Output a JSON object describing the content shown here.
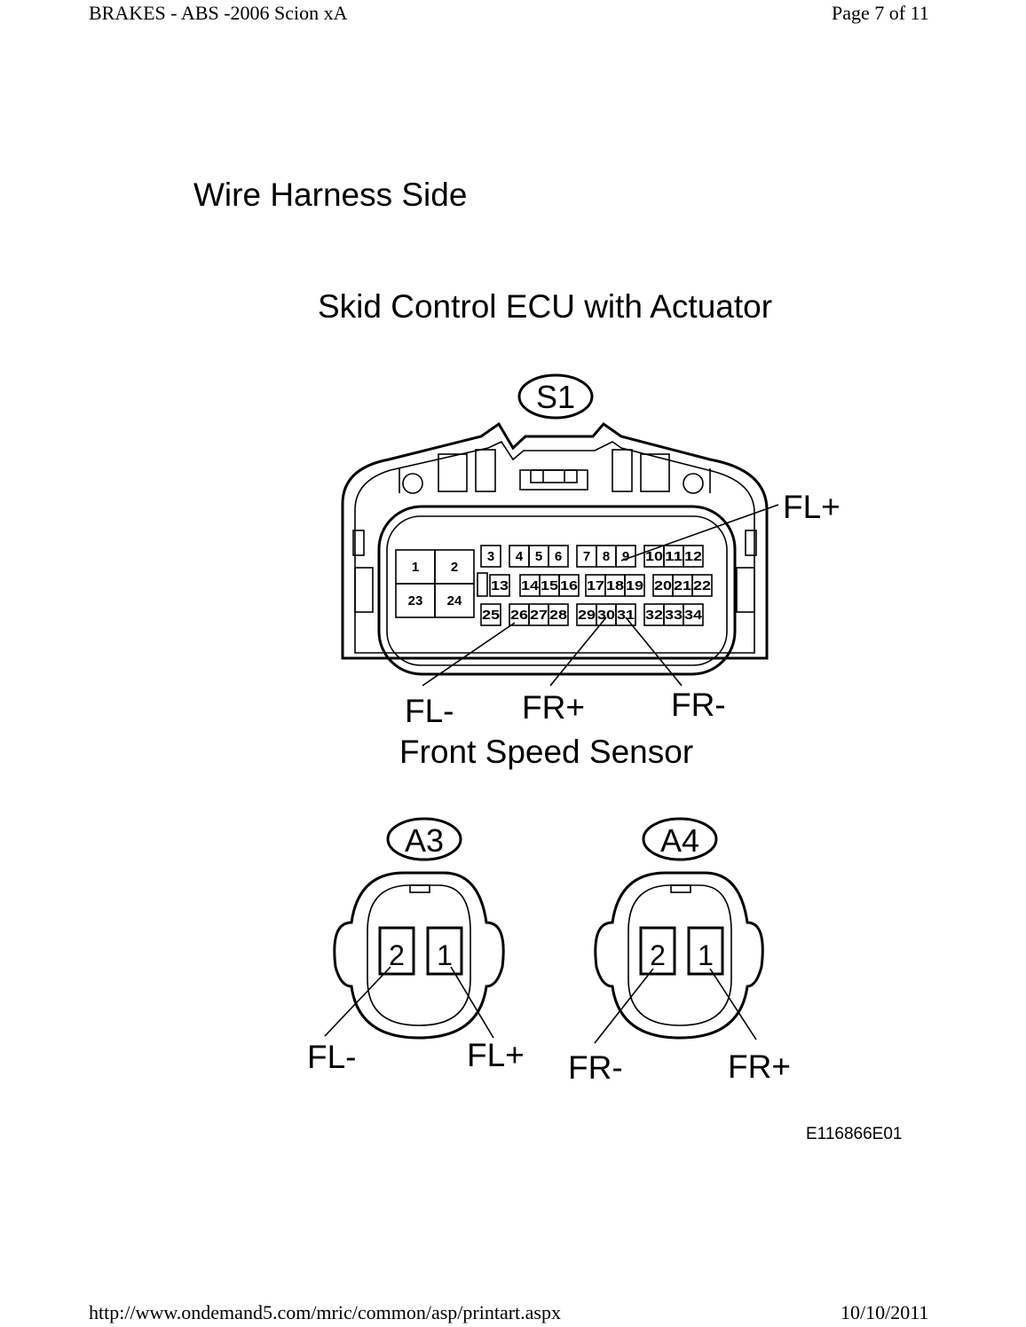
{
  "header": {
    "title": "BRAKES - ABS -2006 Scion xA",
    "page": "Page 7 of 11"
  },
  "footer": {
    "url": "http://www.ondemand5.com/mric/common/asp/printart.aspx",
    "date": "10/10/2011"
  },
  "diagram": {
    "heading": "Wire Harness Side",
    "ecu_title": "Skid Control ECU with Actuator",
    "sensor_title": "Front Speed Sensor",
    "ecu_connector": "S1",
    "ecu_pins": [
      "1",
      "2",
      "23",
      "24",
      "3",
      "4",
      "5",
      "6",
      "7",
      "8",
      "9",
      "10",
      "11",
      "12",
      "13",
      "14",
      "15",
      "16",
      "17",
      "18",
      "19",
      "20",
      "21",
      "22",
      "25",
      "26",
      "27",
      "28",
      "29",
      "30",
      "31",
      "32",
      "33",
      "34"
    ],
    "ecu_labels": {
      "fl_plus": "FL+",
      "fl_minus": "FL-",
      "fr_plus": "FR+",
      "fr_minus": "FR-"
    },
    "sensor_left": {
      "name": "A3",
      "pin_left": "2",
      "pin_right": "1",
      "label_left": "FL-",
      "label_right": "FL+"
    },
    "sensor_right": {
      "name": "A4",
      "pin_left": "2",
      "pin_right": "1",
      "label_left": "FR-",
      "label_right": "FR+"
    },
    "figure_code": "E116866E01"
  }
}
